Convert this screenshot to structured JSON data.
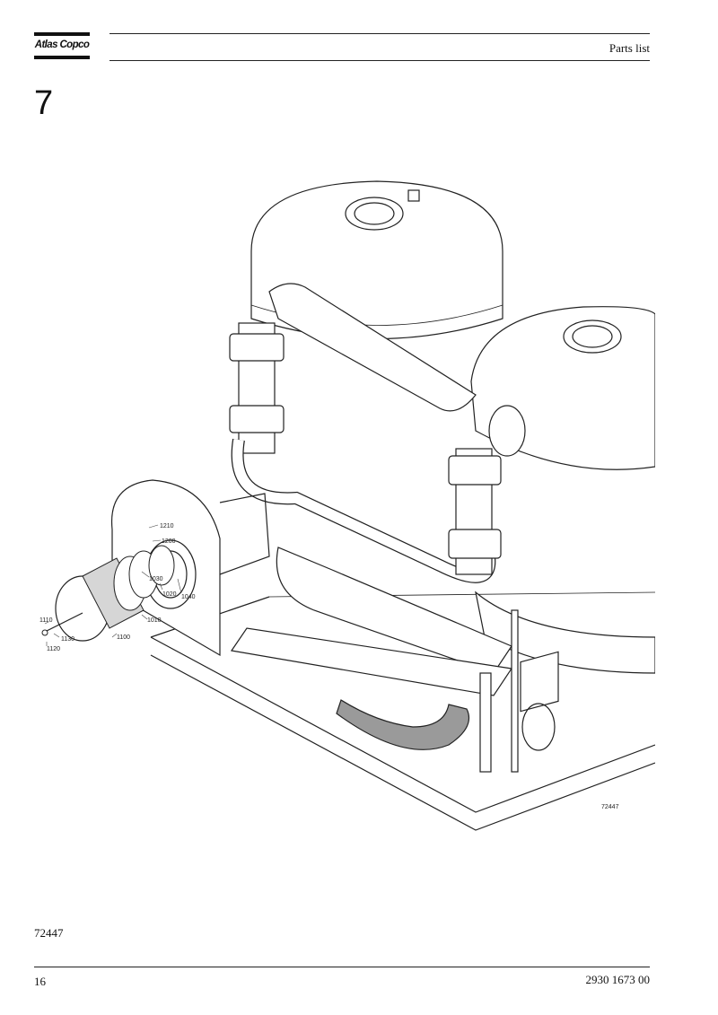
{
  "header": {
    "logo_text": "Atlas Copco",
    "title": "Parts list"
  },
  "chapter_number": "7",
  "drawing": {
    "callouts": [
      {
        "id": "c1210",
        "label": "1210"
      },
      {
        "id": "c1200",
        "label": "1200"
      },
      {
        "id": "c1030",
        "label": "1030"
      },
      {
        "id": "c1020",
        "label": "1020"
      },
      {
        "id": "c1040",
        "label": "1040"
      },
      {
        "id": "c1010",
        "label": "1010"
      },
      {
        "id": "c1100",
        "label": "1100"
      },
      {
        "id": "c1110",
        "label": "1110"
      },
      {
        "id": "c1130",
        "label": "1130"
      },
      {
        "id": "c1120",
        "label": "1120"
      }
    ],
    "drawing_number": "72447"
  },
  "caption": "72447",
  "footer": {
    "page_number": "16",
    "document_number": "2930 1673 00"
  }
}
